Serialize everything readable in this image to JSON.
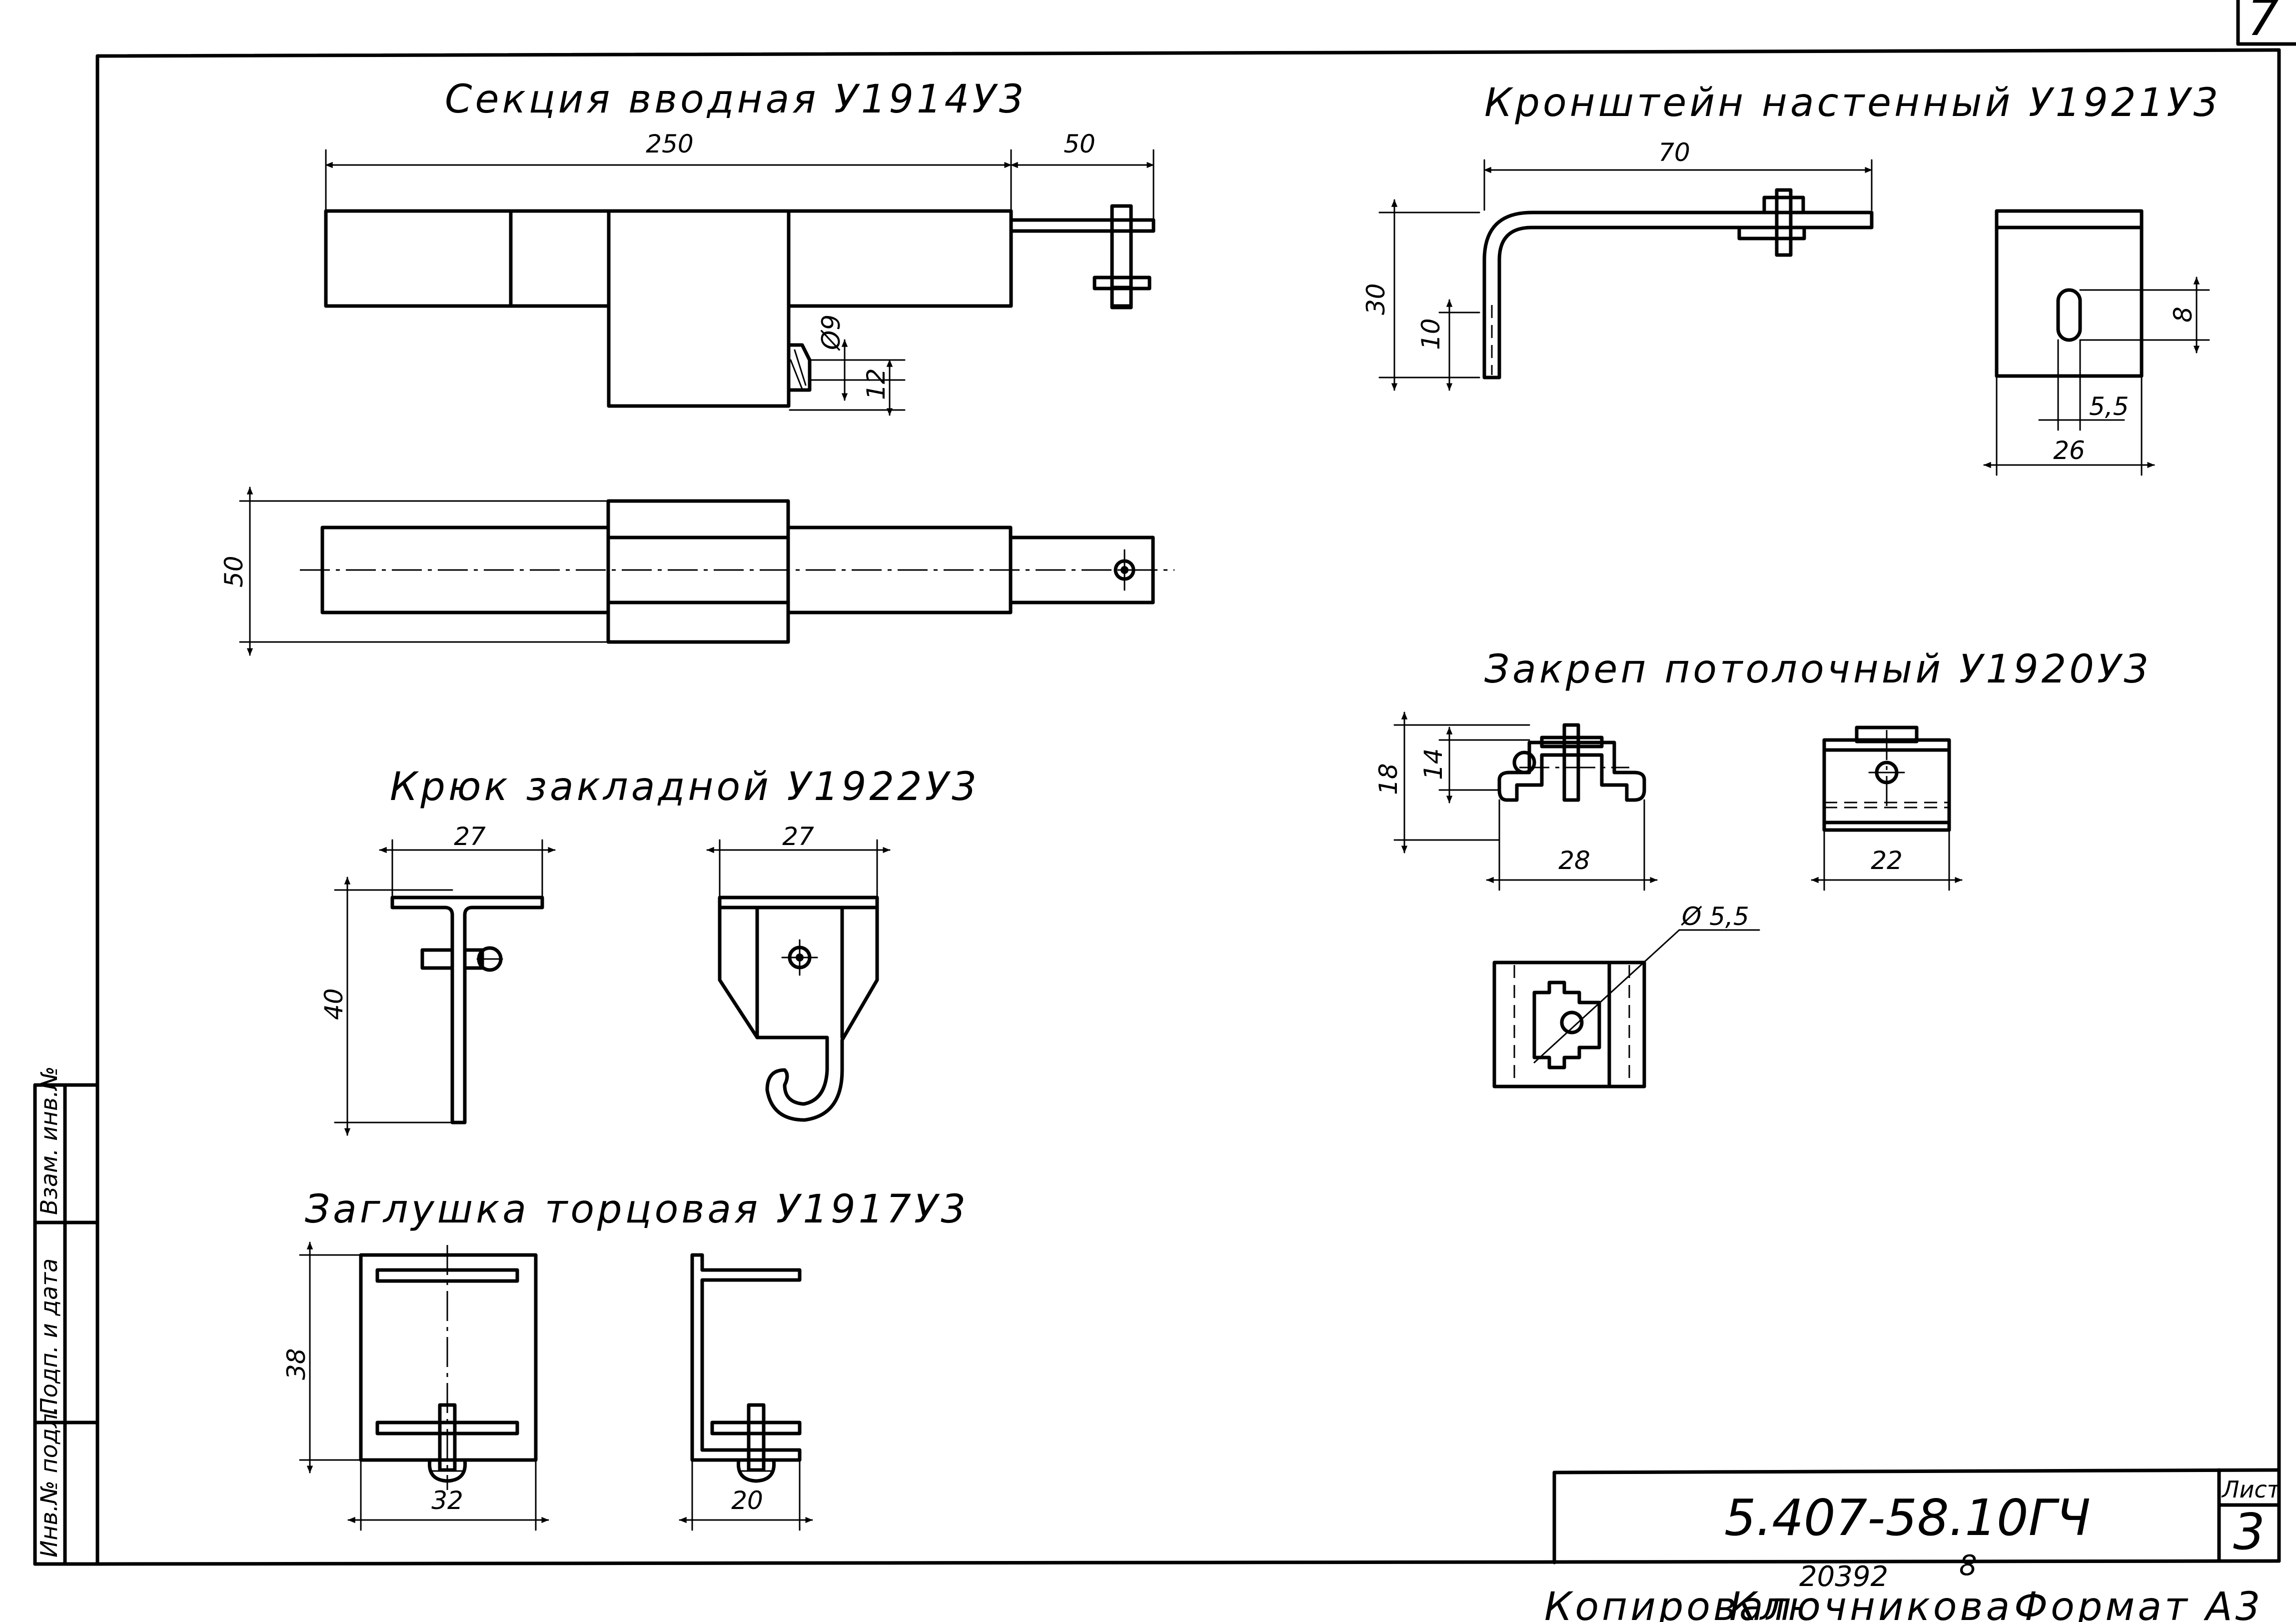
{
  "corner_number": "7",
  "titles": {
    "section": "Секция вводная  У1914У3",
    "bracket": "Кронштейн настенный  У1921У3",
    "clamp": "Закреп потолочный  У1920У3",
    "hook": "Крюк закладной  У1922У3",
    "cap": "Заглушка торцовая  У1917У3"
  },
  "dimensions": {
    "section": {
      "length": "250",
      "tail": "50",
      "hole": "Ø9",
      "hole_offset": "12",
      "width": "50"
    },
    "bracket": {
      "length": "70",
      "height": "30",
      "leg": "10",
      "slot_height": "8",
      "slot_width": "5,5",
      "plate_width": "26"
    },
    "clamp": {
      "height": "18",
      "inner_height": "14",
      "width_front": "28",
      "width_side": "22",
      "hole": "Ø 5,5"
    },
    "hook": {
      "height": "40",
      "width_side": "27",
      "width_front": "27"
    },
    "cap": {
      "height": "38",
      "width_front": "32",
      "width_side": "20"
    }
  },
  "side_stamp": {
    "field1": "Инв.№ подл.",
    "field2": "Подп. и дата",
    "field3": "Взам. инв.№"
  },
  "title_block": {
    "designation": "5.407-58.10ГЧ",
    "sheet_label": "Лист",
    "sheet_number": "3"
  },
  "footer": {
    "order_number": "20392",
    "copies": "8",
    "copied_label": "Копировал",
    "copied_by": "Ключникова",
    "format": "Формат А3"
  }
}
